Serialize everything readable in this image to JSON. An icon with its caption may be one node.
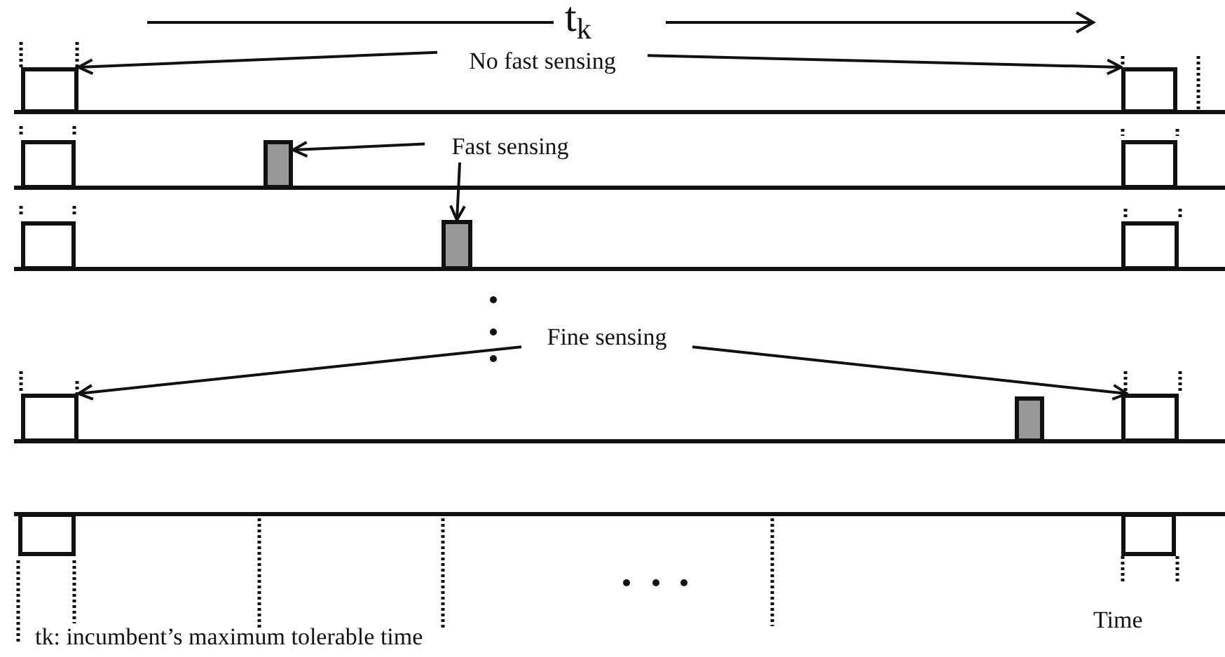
{
  "diagram": {
    "nodes": [
      {
        "text": [
          "No fast sensing"
        ]
      },
      {
        "text": [],
        "shape": "box"
      },
      {
        "text": [],
        "shape": "box"
      },
      {
        "text": [
          "Fast sensing"
        ]
      },
      {
        "text": [],
        "shape": "box"
      },
      {
        "text": [],
        "shape": "bar"
      },
      {
        "text": [],
        "shape": "box"
      },
      {
        "text": [],
        "shape": "box"
      },
      {
        "text": [],
        "shape": "bar"
      },
      {
        "text": [],
        "shape": "box"
      },
      {
        "text": [
          "Fine sensing"
        ]
      },
      {
        "text": [],
        "shape": "box"
      },
      {
        "text": [],
        "shape": "bar"
      },
      {
        "text": [],
        "shape": "box"
      },
      {
        "text": [],
        "shape": "box"
      },
      {
        "text": [],
        "shape": "box"
      }
    ],
    "edges": [
      {
        "from": 0,
        "to": 1,
        "arrow": "to"
      },
      {
        "from": 0,
        "to": 2,
        "arrow": "to"
      },
      {
        "from": 3,
        "to": 5,
        "arrow": "to"
      },
      {
        "from": 3,
        "to": 8,
        "arrow": "to"
      },
      {
        "from": 10,
        "to": 11,
        "arrow": "to"
      },
      {
        "from": 10,
        "to": 13,
        "arrow": "to"
      }
    ],
    "labels": [
      "t$_{k}$",
      "tk: incumbent’s maximum tolerable time",
      "Time"
    ]
  }
}
